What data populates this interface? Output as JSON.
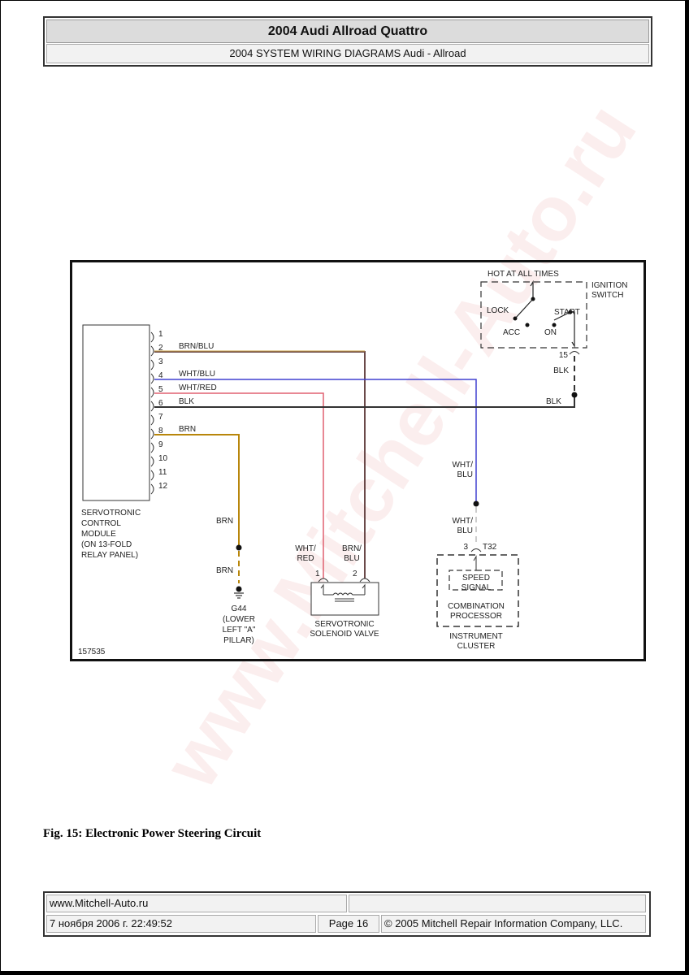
{
  "header": {
    "title": "2004 Audi Allroad Quattro",
    "subtitle": "2004 SYSTEM WIRING DIAGRAMS Audi - Allroad"
  },
  "watermark": "www.Mitchell-Auto.ru",
  "diagram": {
    "figure_id": "157535",
    "colors": {
      "brn": "#b8860b",
      "blu": "#4040d0",
      "red": "#e06070",
      "blk": "#333333",
      "brn_blu": "#6b4a4a",
      "wht": "#cccccc"
    },
    "control_module": {
      "label_lines": [
        "SERVOTRONIC",
        "CONTROL",
        "MODULE",
        "(ON 13-FOLD",
        "RELAY PANEL)"
      ],
      "pins": [
        "1",
        "2",
        "3",
        "4",
        "5",
        "6",
        "7",
        "8",
        "9",
        "10",
        "11",
        "12"
      ]
    },
    "wires": {
      "pin2": "BRN/BLU",
      "pin4": "WHT/BLU",
      "pin5": "WHT/RED",
      "pin6": "BLK",
      "pin8": "BRN",
      "blk_right": "BLK",
      "blk_vertical": "BLK",
      "brn_upper": "BRN",
      "brn_lower": "BRN",
      "wht_red_l1": "WHT/",
      "wht_red_l2": "RED",
      "brn_blu_l1": "BRN/",
      "brn_blu_l2": "BLU",
      "wht_blu_upper_l1": "WHT/",
      "wht_blu_upper_l2": "BLU",
      "wht_blu_lower_l1": "WHT/",
      "wht_blu_lower_l2": "BLU"
    },
    "ignition_switch": {
      "hot_label": "HOT AT ALL TIMES",
      "name_l1": "IGNITION",
      "name_l2": "SWITCH",
      "lock": "LOCK",
      "acc": "ACC",
      "on": "ON",
      "start": "START",
      "pin": "15"
    },
    "ground": {
      "id": "G44",
      "loc_l1": "(LOWER",
      "loc_l2": "LEFT \"A\"",
      "loc_l3": "PILLAR)"
    },
    "solenoid": {
      "pin1": "1",
      "pin2": "2",
      "name_l1": "SERVOTRONIC",
      "name_l2": "SOLENOID VALVE"
    },
    "instrument_cluster": {
      "pin": "3",
      "connector": "T32",
      "inner_l1": "SPEED",
      "inner_l2": "SIGNAL",
      "proc_l1": "COMBINATION",
      "proc_l2": "PROCESSOR",
      "name_l1": "INSTRUMENT",
      "name_l2": "CLUSTER"
    }
  },
  "caption": "Fig. 15: Electronic Power Steering Circuit",
  "footer": {
    "website": "www.Mitchell-Auto.ru",
    "blank": "",
    "date": "7 ноября 2006 г. 22:49:52",
    "page": "Page 16",
    "copyright": "© 2005 Mitchell Repair Information Company, LLC."
  }
}
